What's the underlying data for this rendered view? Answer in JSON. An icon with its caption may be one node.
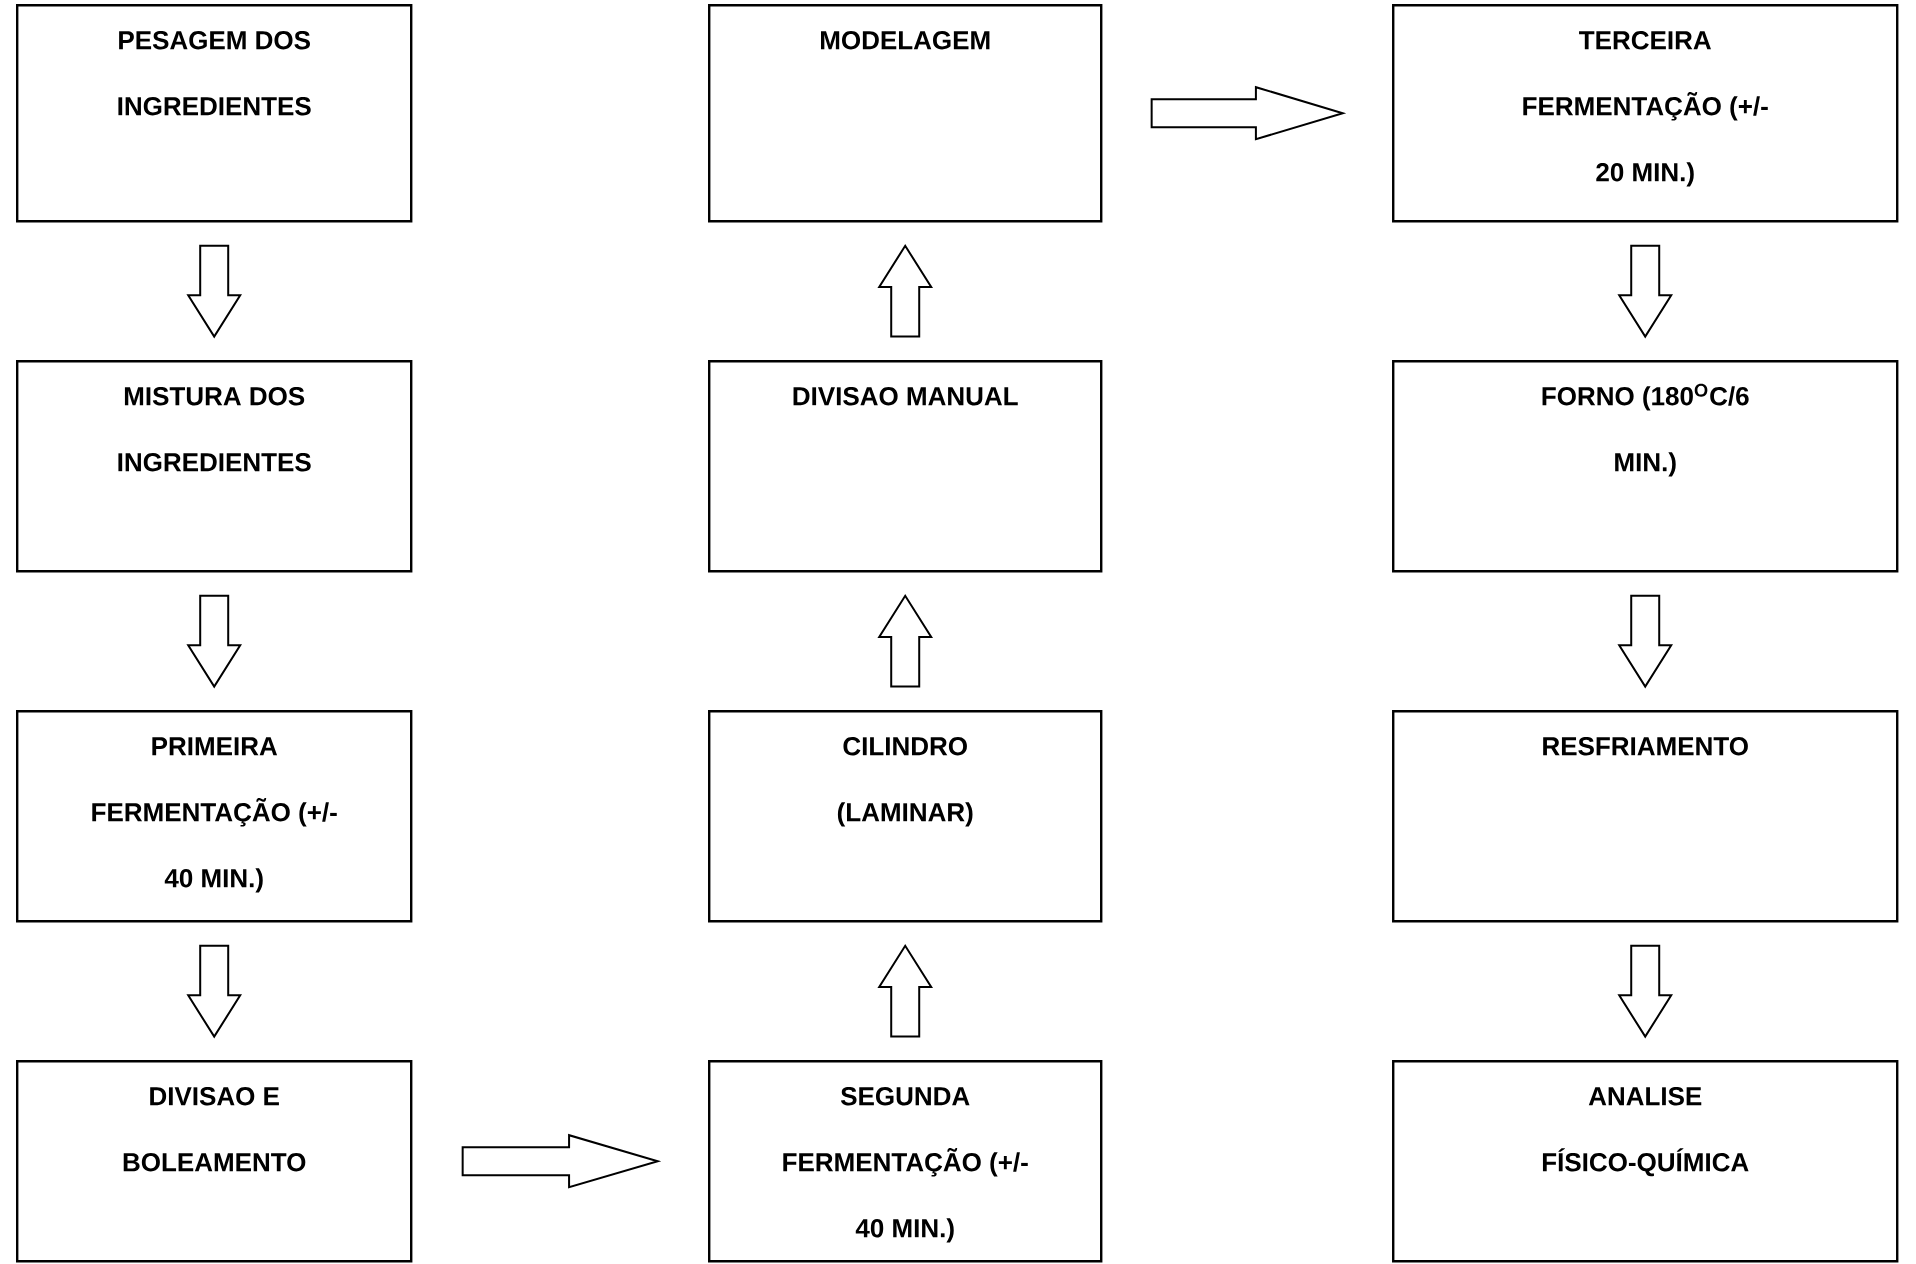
{
  "diagram": {
    "nodes": [
      {
        "text": [
          "PESAGEM DOS INGREDIENTES"
        ]
      },
      {
        "text": [
          "MISTURA DOS INGREDIENTES"
        ]
      },
      {
        "text": [
          "PRIMEIRA FERMENTAÇÃO (+/- 40 MIN.)"
        ]
      },
      {
        "text": [
          "DIVISAO E BOLEAMENTO"
        ]
      },
      {
        "text": [
          "SEGUNDA FERMENTAÇÃO (+/- 40 MIN.)"
        ]
      },
      {
        "text": [
          "CILINDRO (LAMINAR)"
        ]
      },
      {
        "text": [
          "DIVISAO MANUAL"
        ]
      },
      {
        "text": [
          "MODELAGEM"
        ]
      },
      {
        "text": [
          "TERCEIRA FERMENTAÇÃO (+/- 20 MIN.)"
        ]
      },
      {
        "text": [
          "FORNO (180$^{O}$C/6 MIN.)"
        ]
      },
      {
        "text": [
          "RESFRIAMENTO"
        ]
      },
      {
        "text": [
          "ANALISE FÍSICO-QUÍMICA"
        ]
      }
    ],
    "edges": [
      {
        "from": 0,
        "to": 1,
        "arrow": "to"
      },
      {
        "from": 1,
        "to": 2,
        "arrow": "to"
      },
      {
        "from": 2,
        "to": 3,
        "arrow": "to"
      },
      {
        "from": 3,
        "to": 4,
        "arrow": "to"
      },
      {
        "from": 4,
        "to": 5,
        "arrow": "to"
      },
      {
        "from": 5,
        "to": 6,
        "arrow": "to"
      },
      {
        "from": 6,
        "to": 7,
        "arrow": "to"
      },
      {
        "from": 7,
        "to": 8,
        "arrow": "to"
      },
      {
        "from": 8,
        "to": 9,
        "arrow": "to"
      },
      {
        "from": 9,
        "to": 10,
        "arrow": "to"
      },
      {
        "from": 10,
        "to": 11,
        "arrow": "to"
      }
    ]
  }
}
